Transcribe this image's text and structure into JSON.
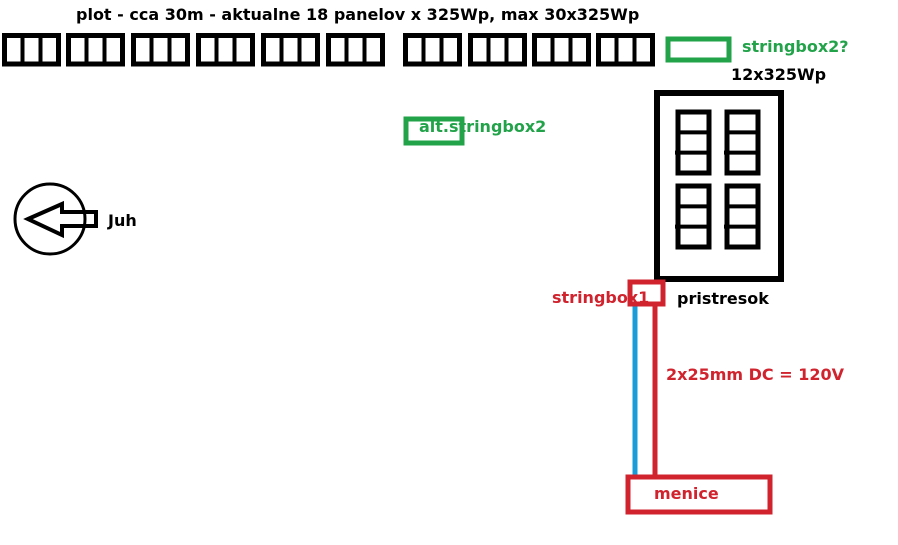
{
  "title": "plot - cca 30m - aktualne 18 panelov x 325Wp, max 30x325Wp",
  "fence_panels": {
    "groups": 10,
    "panels_per_group": 3
  },
  "labels": {
    "stringbox2": "stringbox2?",
    "roof_panels": "12x325Wp",
    "alt_stringbox2": "alt.stringbox2",
    "compass_direction": "Juh",
    "stringbox1": "stringbox1",
    "shelter": "pristresok",
    "cable": "2x25mm DC = 120V",
    "inverter": "menice"
  },
  "shelter_panels": {
    "groups": 4,
    "panels_per_group": 3
  },
  "colors": {
    "outline": "#000000",
    "stringbox2": "#22a34a",
    "stringbox1": "#d0232e",
    "cable_positive": "#d0232e",
    "cable_negative": "#1a9cd8"
  }
}
